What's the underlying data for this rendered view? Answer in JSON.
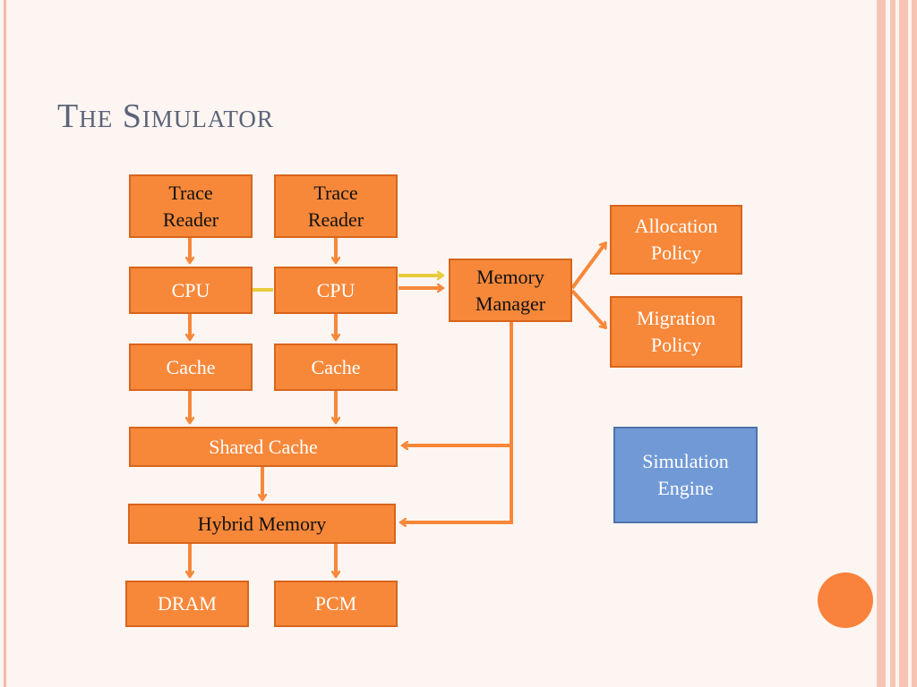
{
  "slide": {
    "title": "The Simulator"
  },
  "diagram": {
    "nodes": {
      "trace_reader_1": "Trace\nReader",
      "trace_reader_2": "Trace\nReader",
      "cpu_1": "CPU",
      "cpu_2": "CPU",
      "cache_1": "Cache",
      "cache_2": "Cache",
      "shared_cache": "Shared Cache",
      "hybrid_memory": "Hybrid Memory",
      "dram": "DRAM",
      "pcm": "PCM",
      "memory_manager": "Memory\nManager",
      "allocation_policy": "Allocation\nPolicy",
      "migration_policy": "Migration\nPolicy",
      "simulation_engine": "Simulation\nEngine"
    },
    "colors": {
      "node_fill": "#f7883a",
      "node_border": "#d8651d",
      "arrow": "#f7883a",
      "cpu_link": "#e8cc3c",
      "engine_fill": "#7099d6",
      "title": "#5a6478",
      "background": "#fdf5f1"
    }
  }
}
